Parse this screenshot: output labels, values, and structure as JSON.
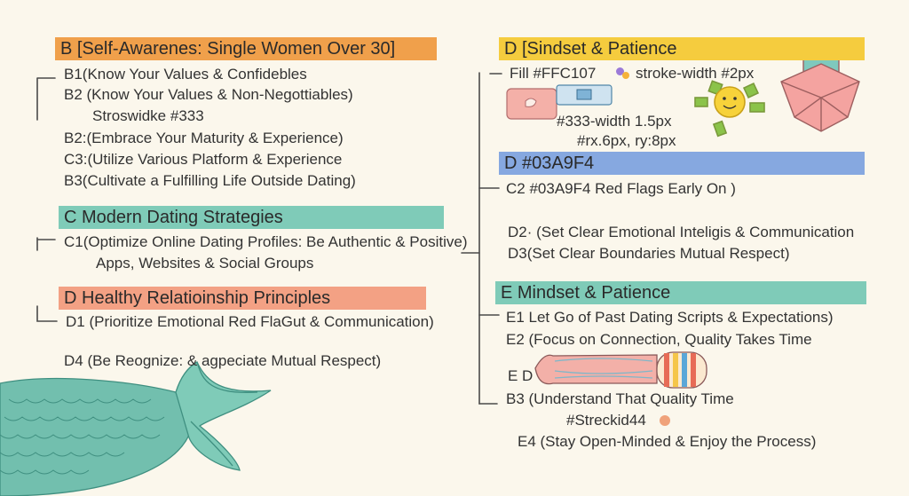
{
  "left": {
    "section_b": {
      "title": "B [Self-Awarenes: Single Women Over 30]",
      "color": "#f0a04b",
      "items": [
        "B1(Know Your Values & Confidebles",
        "B2 (Know Your Values & Non-Negottiables)",
        "Stroswidke #333",
        "B2:(Embrace Your Maturity & Experience)",
        "C3:(Utilize Various Platform & Experience",
        "B3(Cultivate a Fulfilling Life Outside Dating)"
      ]
    },
    "section_c": {
      "title": "C  Modern Dating Strategies",
      "color": "#7fcbb8",
      "items": [
        "C1(Optimize Online Dating Profiles: Be Authentic & Positive)",
        "Apps, Websites & Social Groups"
      ]
    },
    "section_d": {
      "title": "D  Healthy Relatioinship Principles",
      "color": "#f3a184",
      "items": [
        "D1 (Prioritize Emotional Red FlaGut & Communication)",
        "D4 (Be Reognize: & agpeciate  Mutual Respect)"
      ]
    }
  },
  "right": {
    "section_d_sindset": {
      "title": "D [Sindset & Patience",
      "color": "#f5cc3e",
      "items": [
        "Fill #FFC107",
        "stroke-width #2px",
        "#333-width 1.5px",
        "#rx.6px, ry:8px"
      ]
    },
    "section_d_blue": {
      "title": "D  #03A9F4",
      "color": "#86a8e0",
      "items": [
        "C2 #03A9F4 Red Flags Early On )",
        "D2· (Set Clear Emotional Inteligis & Communication",
        "D3(Set Clear Boundaries Mutual Respect)"
      ]
    },
    "section_e": {
      "title": "E  Mindset & Patience",
      "color": "#7fcbb8",
      "items": [
        "E1 Let Go of Past Dating Scripts & Expectations)",
        "E2 (Focus on Connection, Quality Takes Time",
        "E D",
        "B3 (Understand That Quality Time",
        "#Streckid44",
        "E4 (Stay Open-Minded & Enjoy the Process)"
      ]
    }
  },
  "decor": {
    "mermaid_tail_color": "#72bfae",
    "line_color": "#4a4a4a",
    "orange_dot_color": "#f0a27a"
  }
}
